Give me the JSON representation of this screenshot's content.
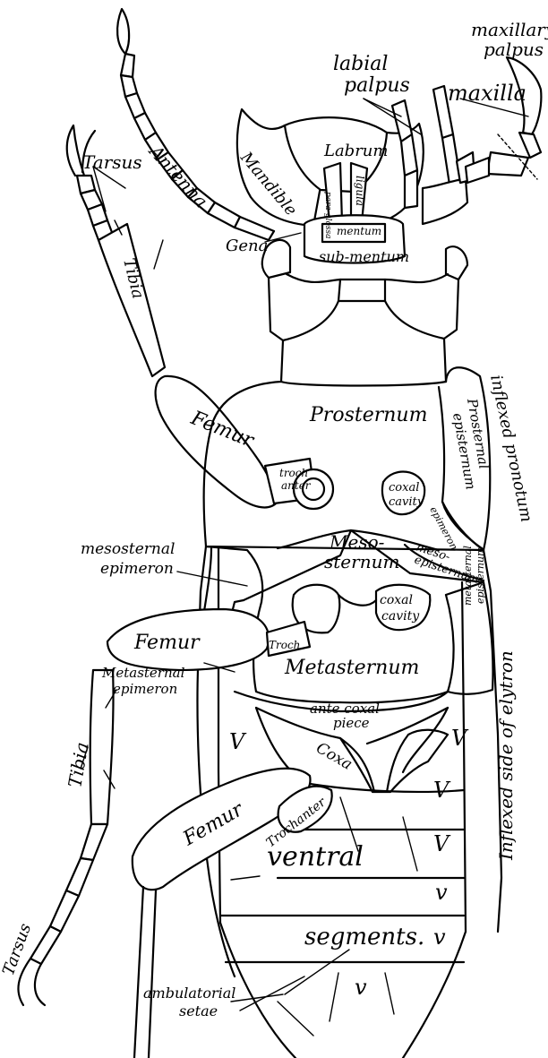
{
  "labels": {
    "maxillary_palpus_1": "maxillary",
    "maxillary_palpus_2": "palpus",
    "labial_palpus_1": "labial",
    "labial_palpus_2": "palpus",
    "maxilla": "maxilla",
    "antenna": "Antenna",
    "tarsus_upper": "Tarsus",
    "mandible": "Mandible",
    "labrum": "Labrum",
    "paraglossa": "para-glossa",
    "ligula": "ligula",
    "mentum": "mentum",
    "gena": "Gena",
    "submentum": "sub-mentum",
    "tibia_upper": "Tibia",
    "femur_upper": "Femur",
    "prosternum": "Prosternum",
    "inflexed_pronotum": "inflexed pronotum",
    "prosternal_episternum_1": "Prosternal",
    "prosternal_episternum_2": "episternum",
    "trochanter_upper_1": "troch",
    "trochanter_upper_2": "anter",
    "coxal_cavity_1": "coxal",
    "coxal_cavity_2": "cavity",
    "pro_epimeron": "epimeron",
    "mesosternal_epimeron_1": "mesosternal",
    "mesosternal_epimeron_2": "epimeron",
    "mesosternum_1": "Meso-",
    "mesosternum_2": "sternum",
    "mesoepisternum_1": "meso-",
    "mesoepisternum_2": "episternum",
    "coxal_cavity_lower_1": "coxal",
    "coxal_cavity_lower_2": "cavity",
    "metasternal_episternum_1": "metasternal",
    "metasternal_episternum_2": "episternum",
    "inflexed_elytron": "Inflexed side of elytron",
    "femur_middle": "Femur",
    "troch_middle": "Troch",
    "metasternum": "Metasternum",
    "metasternal_epimeron_1": "Metasternal",
    "metasternal_epimeron_2": "epimeron",
    "antecoxal_1": "ante coxal",
    "antecoxal_2": "piece",
    "v_left": "V",
    "v_right": "V",
    "coxa": "Coxa",
    "v_2": "V",
    "tibia_lower": "Tibia",
    "femur_lower": "Femur",
    "trochanter_lower": "Trochanter",
    "v_3": "V",
    "ventral": "ventral",
    "v_4": "v",
    "tarsus_lower": "Tarsus",
    "segments": "segments.",
    "v_5": "v",
    "ambulatorial_1": "ambulatorial",
    "ambulatorial_2": "setae",
    "v_6": "v"
  }
}
